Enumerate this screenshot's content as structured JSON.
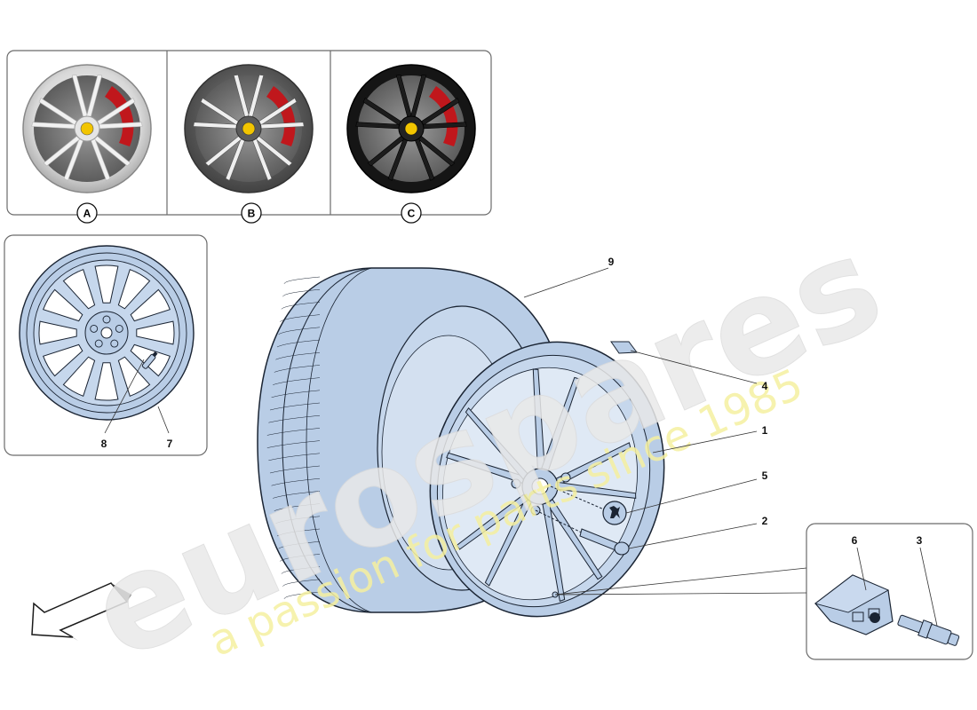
{
  "variants": [
    {
      "letter": "A",
      "finish": "silver"
    },
    {
      "letter": "B",
      "finish": "dark-grey"
    },
    {
      "letter": "C",
      "finish": "black"
    }
  ],
  "callouts": {
    "c1": "1",
    "c2": "2",
    "c3": "3",
    "c4": "4",
    "c5": "5",
    "c6": "6",
    "c7": "7",
    "c8": "8",
    "c9": "9"
  },
  "watermark": {
    "brand": "eurospares",
    "tagline": "a passion for parts since 1985"
  },
  "colors": {
    "part_fill": "#b9cde6",
    "part_stroke": "#1a2433",
    "caliper": "#c0171c",
    "badge": "#f2c500",
    "watermark_brand": "#e9e9e9",
    "watermark_tagline": "#f5f0a0"
  },
  "icons": {
    "direction_arrow": "front-direction-arrow-icon",
    "prancing_horse_badge": "badge-icon"
  }
}
